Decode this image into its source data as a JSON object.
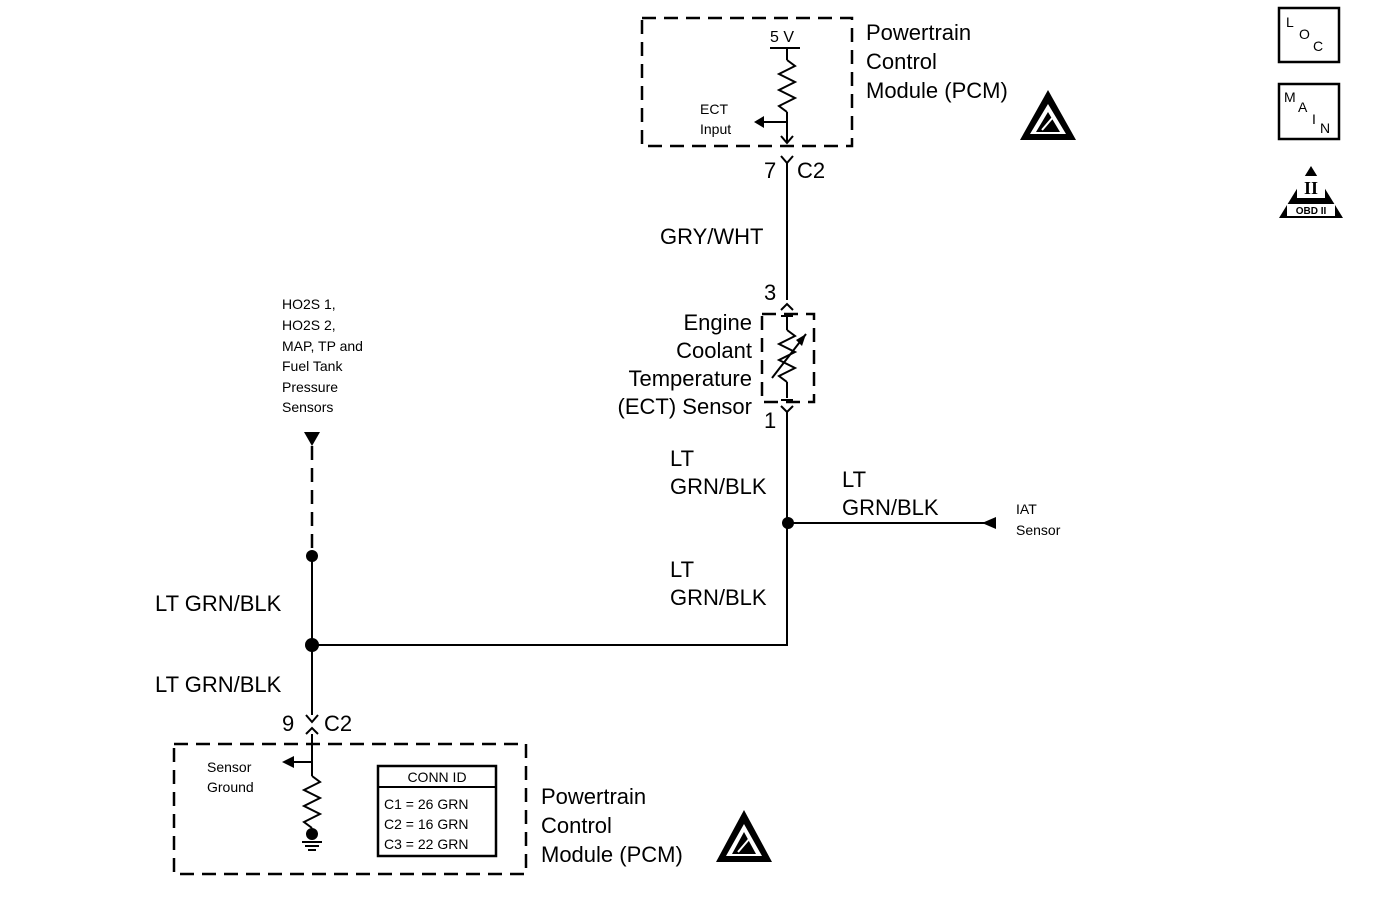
{
  "pcm_top": {
    "title_lines": [
      "Powertrain",
      "Control",
      "Module (PCM)"
    ],
    "voltage": "5 V",
    "input_lines": [
      "ECT",
      "Input"
    ],
    "pin": "7",
    "connector": "C2"
  },
  "wire_top": {
    "color": "GRY/WHT"
  },
  "ect_sensor": {
    "pin_top": "3",
    "pin_bottom": "1",
    "name_lines": [
      "Engine",
      "Coolant",
      "Temperature",
      "(ECT) Sensor"
    ]
  },
  "wire_ect_low": {
    "lines": [
      "LT",
      "GRN/BLK"
    ]
  },
  "wire_iat": {
    "lines": [
      "LT",
      "GRN/BLK"
    ]
  },
  "iat_sensor": {
    "lines": [
      "IAT",
      "Sensor"
    ]
  },
  "wire_ect_lower": {
    "lines": [
      "LT",
      "GRN/BLK"
    ]
  },
  "other_sensors": {
    "lines": [
      "HO2S 1,",
      "HO2S 2,",
      "MAP, TP and",
      "Fuel Tank",
      "Pressure",
      "Sensors"
    ]
  },
  "wire_left_upper": {
    "color": "LT GRN/BLK"
  },
  "wire_left_lower": {
    "color": "LT GRN/BLK"
  },
  "pcm_bottom": {
    "pin": "9",
    "connector": "C2",
    "ground_lines": [
      "Sensor",
      "Ground"
    ],
    "conn_id": {
      "header": "CONN ID",
      "rows": [
        "C1 = 26 GRN",
        "C2 = 16 GRN",
        "C3 = 22 GRN"
      ]
    },
    "title_lines": [
      "Powertrain",
      "Control",
      "Module (PCM)"
    ]
  },
  "side_icons": {
    "loc": {
      "letters": [
        "L",
        "O",
        "C"
      ]
    },
    "main": {
      "letters": [
        "M",
        "A",
        "I",
        "N"
      ]
    },
    "obd": {
      "roman": "II",
      "label": "OBD II"
    }
  }
}
